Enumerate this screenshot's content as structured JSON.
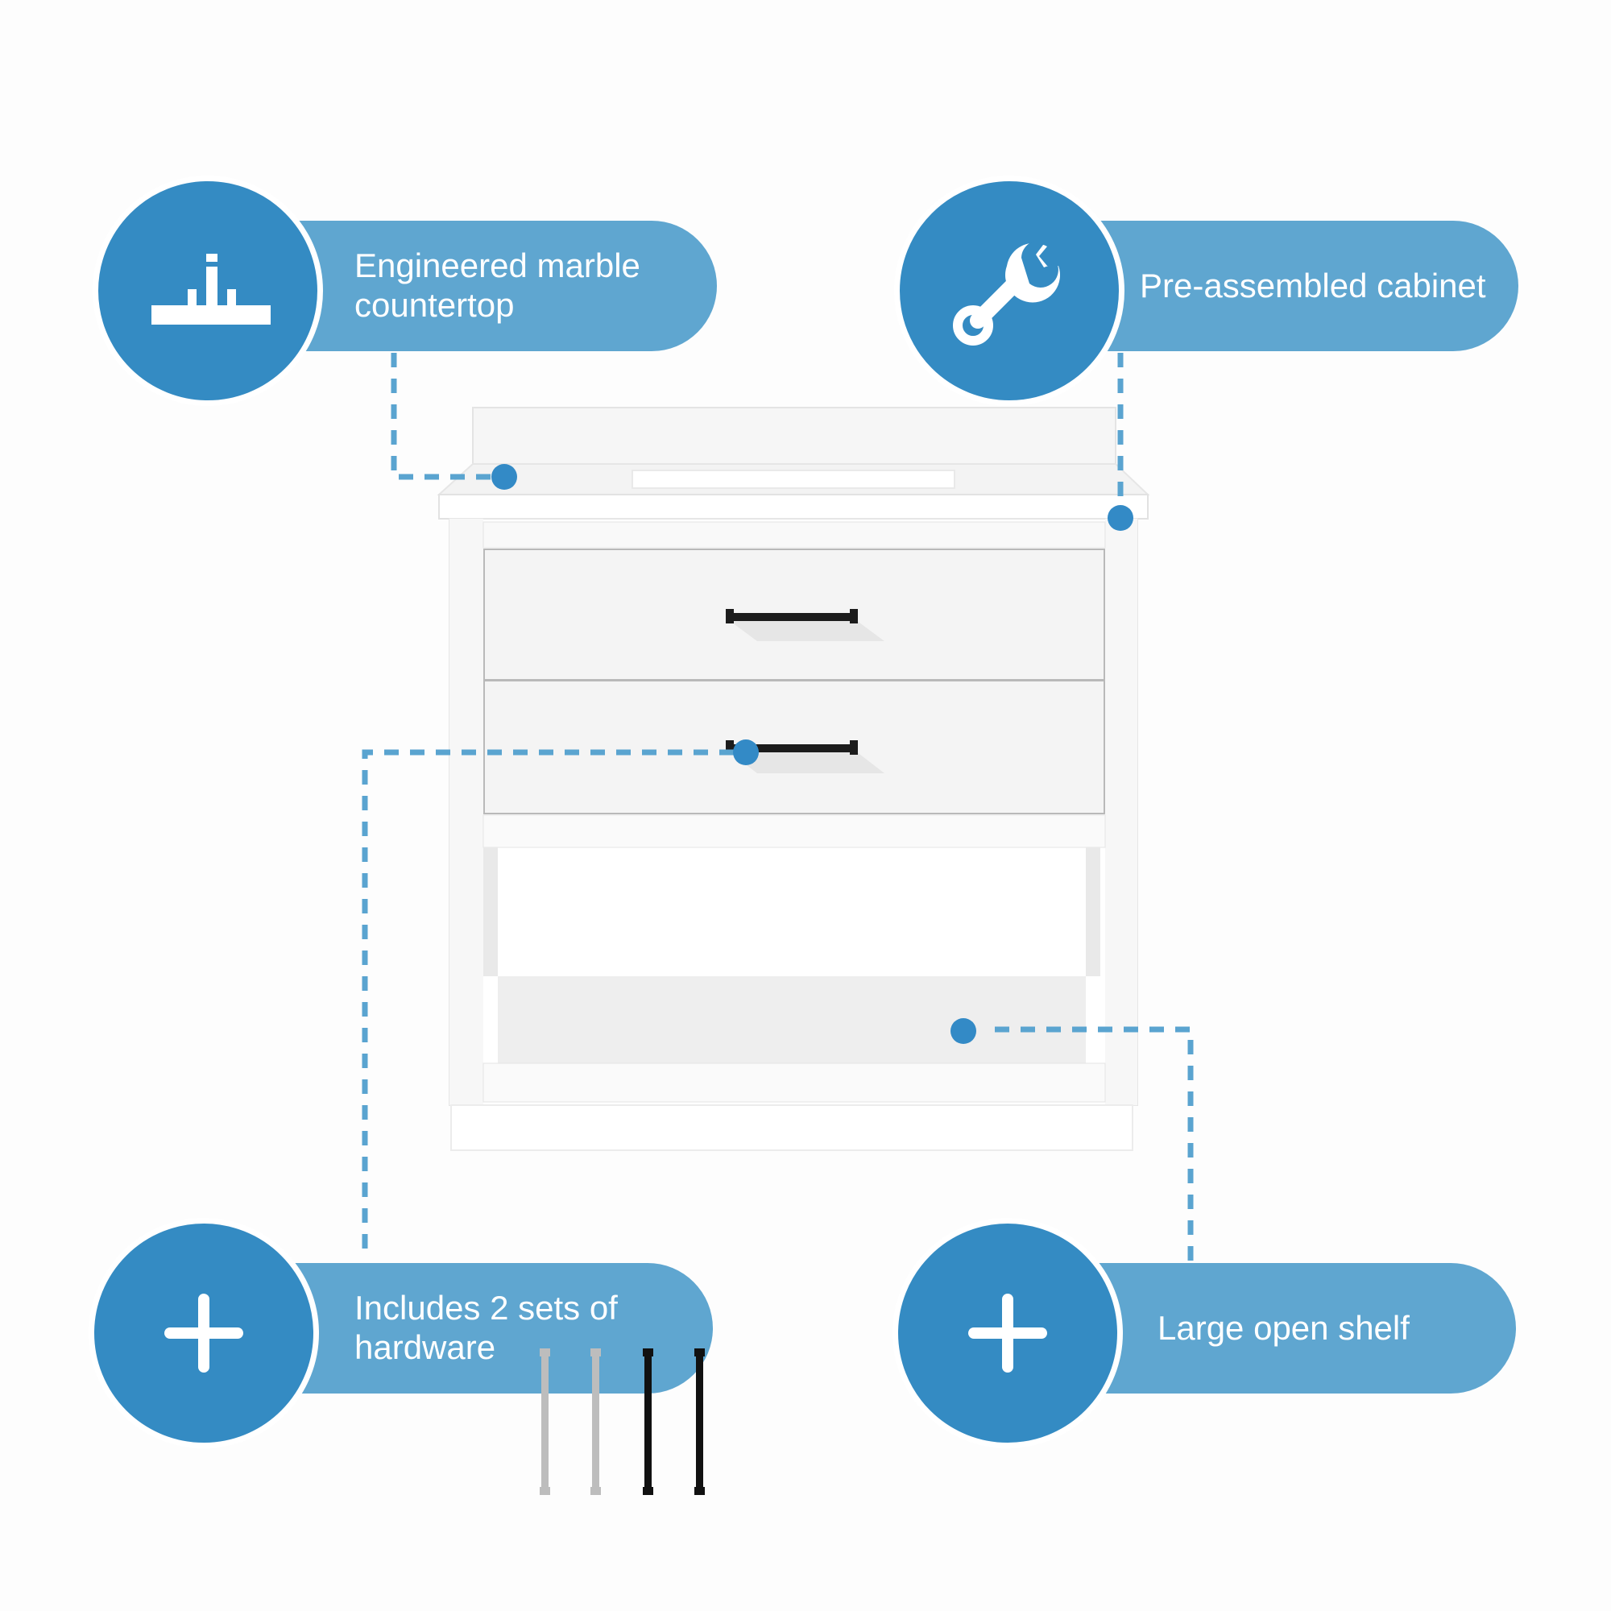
{
  "colors": {
    "pill": "#5fa6d0",
    "circle": "#348bc3",
    "connector": "#5aa4d0",
    "dot": "#338ac6"
  },
  "callouts": [
    {
      "id": "countertop",
      "label": "Engineered marble countertop",
      "icon": "countertop-icon"
    },
    {
      "id": "cabinet",
      "label": "Pre-assembled cabinet",
      "icon": "wrench-icon"
    },
    {
      "id": "hardware",
      "label": "Includes 2 sets of hardware",
      "icon": "plus-icon"
    },
    {
      "id": "shelf",
      "label": "Large open shelf",
      "icon": "plus-icon"
    }
  ],
  "hardware_pulls": [
    {
      "finish": "brushed nickel",
      "color": "#bdbdbd"
    },
    {
      "finish": "brushed nickel",
      "color": "#bdbdbd"
    },
    {
      "finish": "matte black",
      "color": "#111111"
    },
    {
      "finish": "matte black",
      "color": "#111111"
    }
  ]
}
